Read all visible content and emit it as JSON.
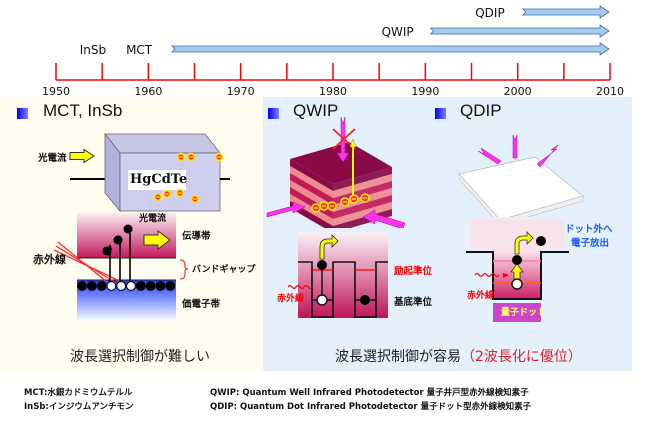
{
  "timeline": {
    "axis": {
      "start": 1950,
      "end": 2010,
      "major_step": 10,
      "minor_step": 5,
      "color": "#ff0000"
    },
    "tick_labels": [
      "1950",
      "1960",
      "1970",
      "1980",
      "1990",
      "2000",
      "2010"
    ],
    "technologies": [
      {
        "name": "InSb",
        "label_year": 1954,
        "arrow_start": null
      },
      {
        "name": "MCT",
        "label_year": 1959,
        "arrow_start": 1963
      },
      {
        "name": "QWIP",
        "label_year": 1987,
        "arrow_start": 1991
      },
      {
        "name": "QDIP",
        "label_year": 1997,
        "arrow_start": 2001
      }
    ],
    "arrow_end": 2010,
    "arrow_color": "#a6ccf0"
  },
  "left_panel": {
    "heading": "MCT, InSb",
    "crystal_label": "HgCdTe",
    "photocurrent_label": "光電流",
    "infrared_label": "赤外線",
    "photocurrent_band_label": "光電流",
    "conduction_band_label": "伝導帯",
    "band_gap_label": "バンドギャップ",
    "valence_band_label": "価電子帯",
    "caption": "波長選択制御が難しい"
  },
  "right_panel": {
    "qwip": {
      "heading": "QWIP",
      "excited_level_label": "励起準位",
      "ground_level_label": "基底準位",
      "infrared_label": "赤外線"
    },
    "qdip": {
      "heading": "QDIP",
      "emission_label_line1": "ドット外へ",
      "emission_label_line2": "電子放出",
      "infrared_label": "赤外線",
      "quantum_dot_label": "量子ドット"
    },
    "caption_main": "波長選択制御が容易",
    "caption_highlight": "（2波長化に優位）"
  },
  "footnotes": {
    "left": [
      "MCT:水銀カドミウムテルル",
      "InSb:インジウムアンチモン"
    ],
    "right": [
      "QWIP: Quantum Well  Infrared  Photodetector  量子井戸型赤外線検知素子",
      "QDIP: Quantum Dot  Infrared  Photodetector  量子ドット型赤外線検知素子"
    ]
  }
}
